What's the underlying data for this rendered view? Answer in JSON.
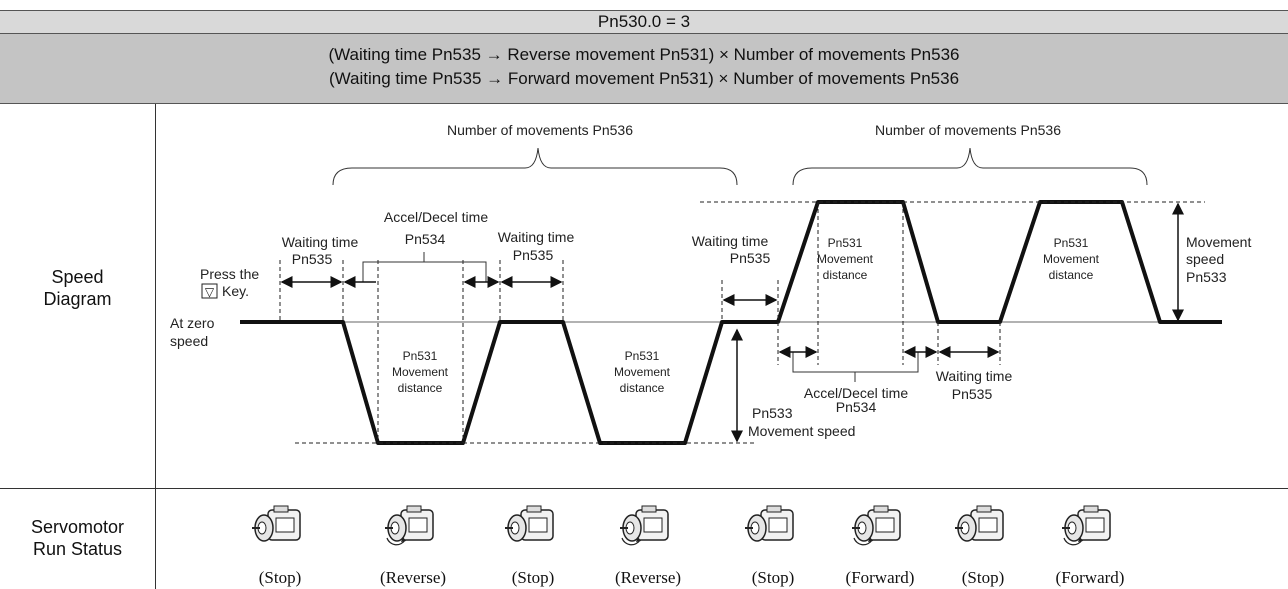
{
  "header": {
    "title": "Pn530.0 = 3",
    "line1": "(Waiting time Pn535 → Reverse movement Pn531) × Number of movements Pn536",
    "line2": "(Waiting time Pn535 → Forward movement Pn531) × Number of movements Pn536"
  },
  "rows": {
    "speed_label": [
      "Speed",
      "Diagram"
    ],
    "servo_label": [
      "Servomotor",
      "Run Status"
    ]
  },
  "diagram": {
    "num_movements": "Number of movements Pn536",
    "waiting_time": "Waiting time",
    "pn535": "Pn535",
    "press_the": "Press the",
    "key": "Key.",
    "key_symbol": "▽",
    "accel_decel": "Accel/Decel time",
    "pn534": "Pn534",
    "at_zero": "At zero",
    "speed": "speed",
    "pn531": "Pn531",
    "movement": "Movement",
    "distance": "distance",
    "pn533": "Pn533",
    "movement_speed": "Movement speed",
    "movement_word": "Movement",
    "speed_word": "speed"
  },
  "status": [
    "(Stop)",
    "(Reverse)",
    "(Stop)",
    "(Reverse)",
    "(Stop)",
    "(Forward)",
    "(Stop)",
    "(Forward)"
  ],
  "status_icons": [
    "motor-icon",
    "motor-icon",
    "motor-icon",
    "motor-icon",
    "motor-icon",
    "motor-icon",
    "motor-icon",
    "motor-icon"
  ],
  "colors": {
    "header1": "#d9d9d9",
    "header2": "#c4c4c4",
    "line": "#111111"
  }
}
